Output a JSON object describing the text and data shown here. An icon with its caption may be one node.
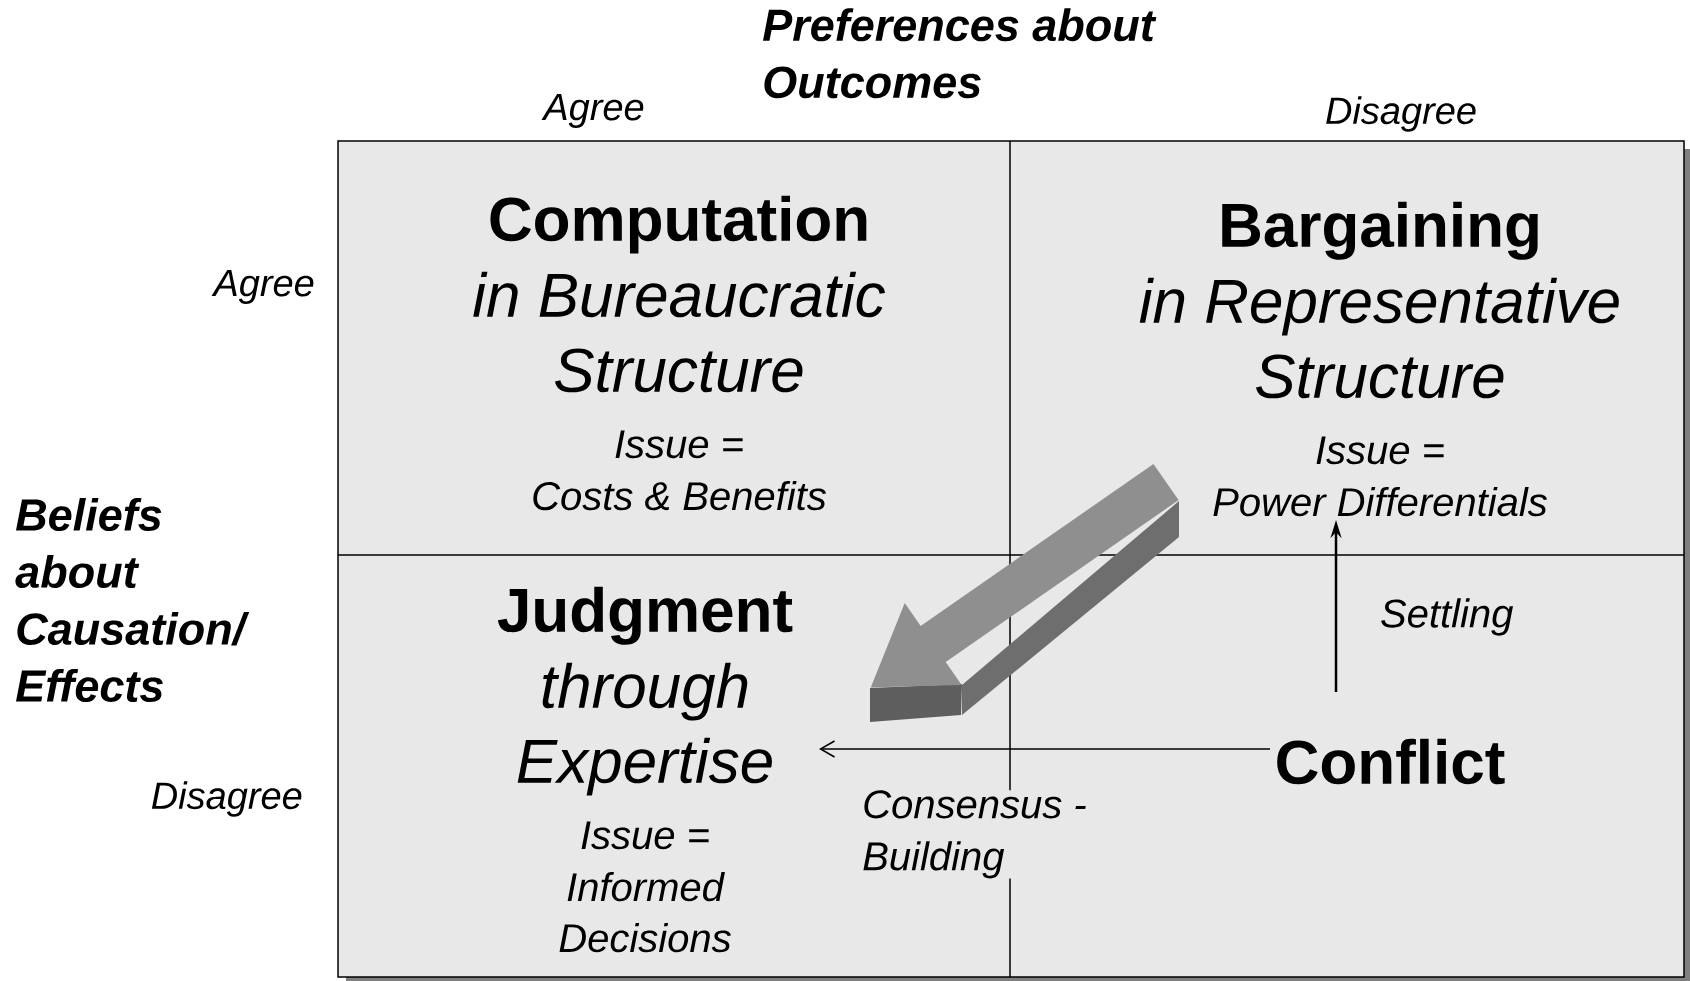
{
  "diagram": {
    "nodes": [
      {
        "text": [
          "Computation",
          "in Bureaucratic Structure",
          "Issue =",
          "Costs & Benefits"
        ]
      },
      {
        "text": [
          "Bargaining",
          "in Representative Structure",
          "Issue =",
          "Power Differentials"
        ]
      },
      {
        "text": [
          "Judgment",
          "through Expertise",
          "Issue =",
          "Informed Decisions"
        ]
      },
      {
        "text": [
          "Conflict"
        ]
      }
    ],
    "edges": [
      {
        "from": 3,
        "to": 1,
        "arrow": "to",
        "label": "Settling"
      },
      {
        "from": 3,
        "to": 2,
        "arrow": "to",
        "label": "Consensus - Building"
      },
      {
        "from": 1,
        "to": 2,
        "arrow": "to",
        "style": "thick",
        "color": "#8f8f8f"
      }
    ],
    "labels": [
      "Preferences about Outcomes",
      "Agree",
      "Disagree",
      "Agree",
      "Beliefs about Causation/ Effects",
      "Disagree"
    ]
  }
}
